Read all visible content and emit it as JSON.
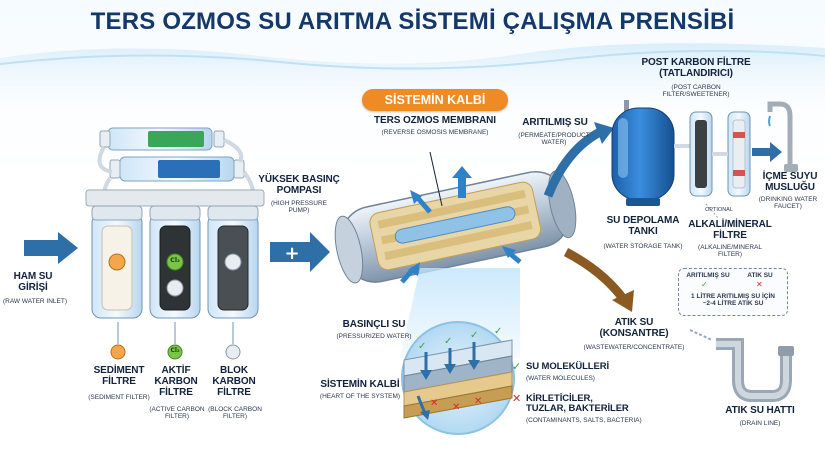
{
  "title": "TERS OZMOS SU ARITMA SİSTEMİ ÇALIŞMA PRENSİBİ",
  "badge": "SİSTEMİN KALBİ",
  "labels": {
    "raw_in": "HAM SU\nGİRİŞİ",
    "raw_in_en": "(RAW WATER INLET)",
    "sediment": "SEDİMENT\nFİLTRE",
    "sediment_en": "(SEDIMENT FILTER)",
    "carbon": "AKTİF\nKARBON\nFİLTRE",
    "carbon_en": "(ACTIVE CARBON\nFILTER)",
    "block": "BLOK\nKARBON\nFİLTRE",
    "block_en": "(BLOCK CARBON\nFILTER)",
    "pump": "YÜKSEK BASINÇ\nPOMPASI",
    "pump_en": "(HIGH PRESSURE\nPUMP)",
    "membrane": "TERS OZMOS MEMBRANI",
    "membrane_en": "(REVERSE OSMOSIS MEMBRANE)",
    "permeate": "ARITILMIŞ SU",
    "permeate_en": "(PERMEATE/PRODUCT\nWATER)",
    "tank": "SU DEPOLAMA\nTANKI",
    "tank_en": "(WATER STORAGE TANK)",
    "post_carbon": "POST KARBON FİLTRE\n(TATLANDIRICI)",
    "post_carbon_en": "(POST CARBON\nFILTER/SWEETENER)",
    "optional": "OPTIONAL",
    "alkaline": "ALKALİ/MİNERAL\nFİLTRE",
    "alkaline_en": "(ALKALINE/MINERAL\nFILTER)",
    "faucet": "İÇME SUYU\nMUSLUĞU",
    "faucet_en": "(DRINKING WATER\nFAUCET)",
    "pressurized": "BASINÇLI SU",
    "pressurized_en": "(PRESSURIZED WATER)",
    "heart": "SİSTEMİN KALBİ",
    "heart_en": "(HEART OF THE SYSTEM)",
    "molecules": "SU MOLEKÜLLERİ",
    "molecules_en": "(WATER MOLECULES)",
    "contaminants": "KİRLETİCİLER,\nTUZLAR, BAKTERİLER",
    "contaminants_en": "(CONTAMINANTS, SALTS, BACTERIA)",
    "waste": "ATIK SU\n(KONSANTRE)",
    "waste_en": "(WASTEWATER/CONCENTRATE)",
    "drain": "ATIK SU HATTI",
    "drain_en": "(DRAIN LINE)",
    "cl2": "Cl₂"
  },
  "legend": {
    "permeate": "ARITILMIŞ SU",
    "waste": "ATIK SU",
    "ratio": "1 LİTRE ARITILMIŞ SU İÇİN\n~2-4 LİTRE ATIK SU"
  },
  "colors": {
    "title": "#143869",
    "accent": "#f08a24",
    "water_arrow": "#2f6fa8",
    "waste_arrow": "#8a5a22",
    "tank": "#1f73c6",
    "check": "#3aa53a",
    "cross": "#d62b2b"
  }
}
